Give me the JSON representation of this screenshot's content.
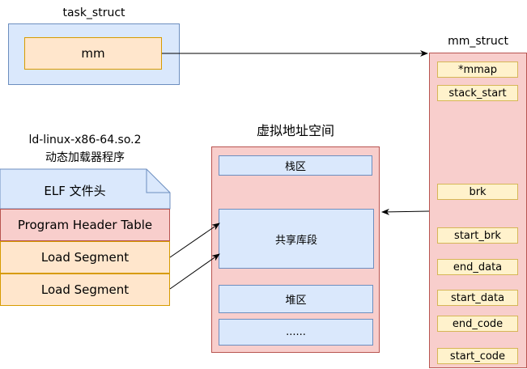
{
  "task_struct": {
    "title": "task_struct",
    "mm": "mm"
  },
  "mm_struct": {
    "title": "mm_struct",
    "fields": [
      "*mmap",
      "stack_start",
      "brk",
      "start_brk",
      "end_data",
      "start_data",
      "end_code",
      "start_code"
    ]
  },
  "vas": {
    "title": "虚拟地址空间",
    "regions": [
      "栈区",
      "共享库段",
      "堆区",
      "......"
    ]
  },
  "elf": {
    "caption_line1": "ld-linux-x86-64.so.2",
    "caption_line2": "动态加载器程序",
    "header": "ELF 文件头",
    "pht": "Program Header Table",
    "segments": [
      "Load Segment",
      "Load Segment"
    ]
  }
}
